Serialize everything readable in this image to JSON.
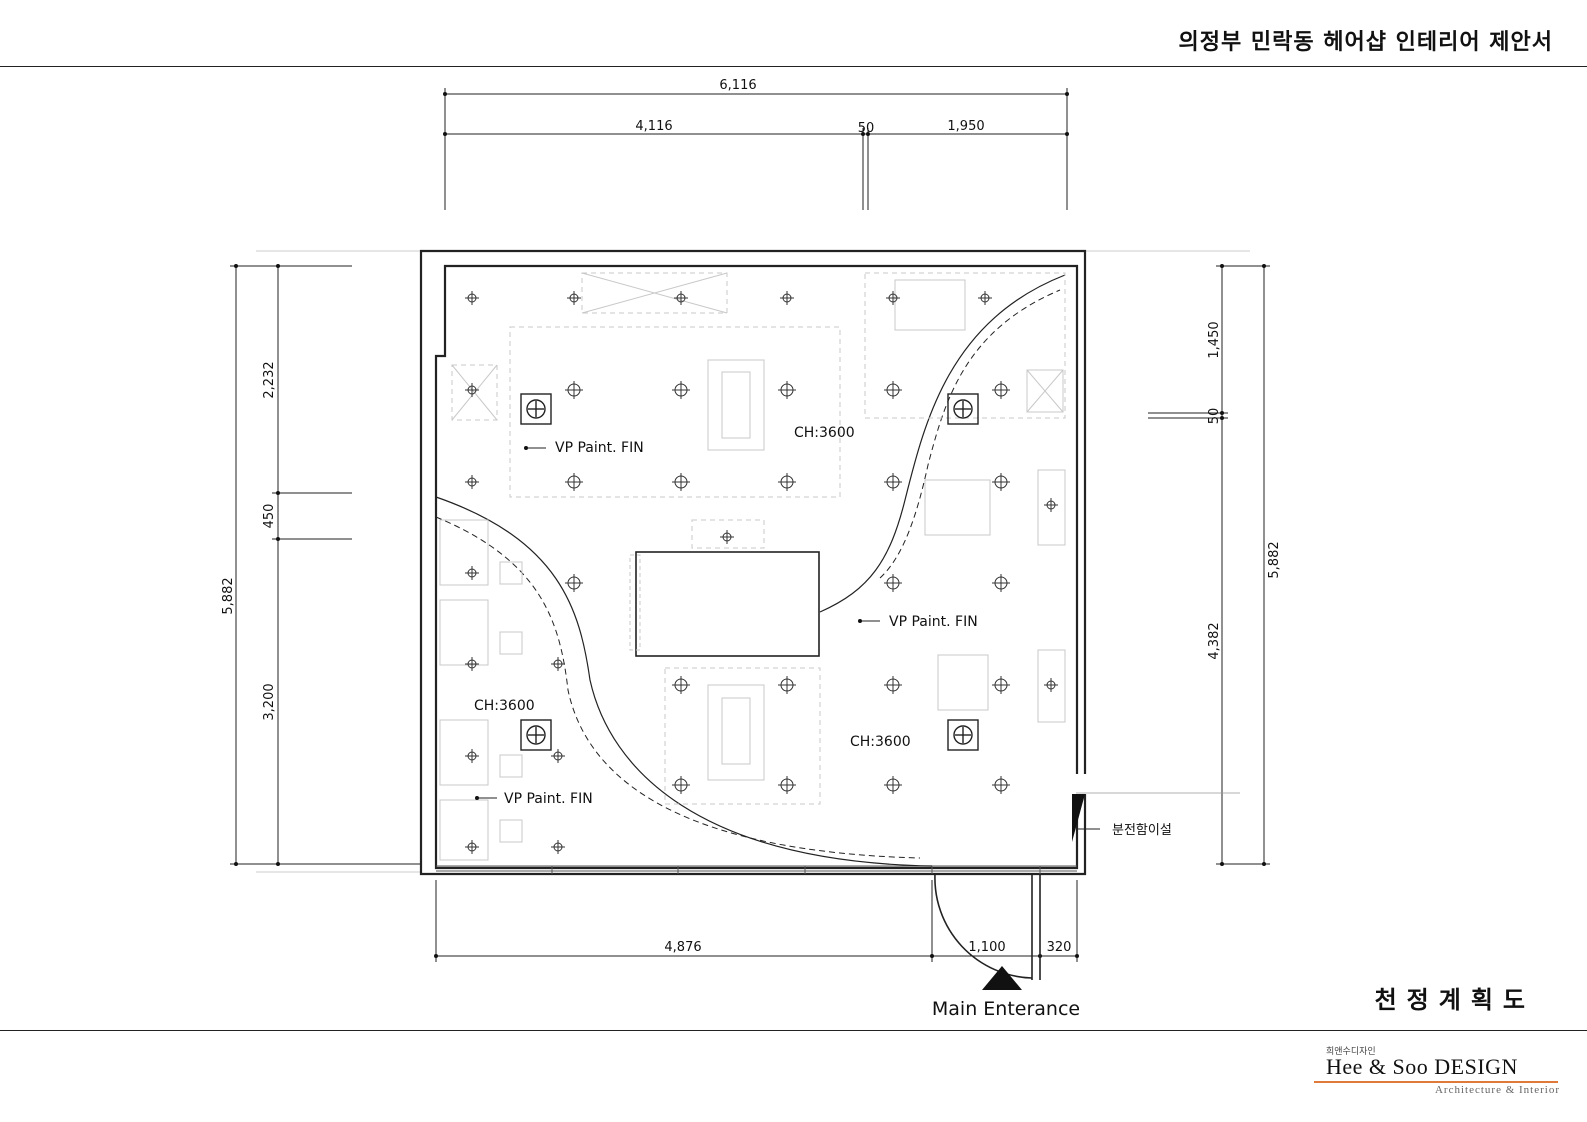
{
  "header": {
    "title": "의정부 민락동 헤어샵 인테리어 제안서"
  },
  "sheet_title": "천정계획도",
  "logo": {
    "korean": "희앤수디자인",
    "name": "Hee & Soo DESIGN",
    "subtitle": "Architecture & Interior"
  },
  "dimensions": {
    "top_total": "6,116",
    "top_left": "4,116",
    "top_mid": "50",
    "top_right": "1,950",
    "left_total": "5,882",
    "left_upper": "2,232",
    "left_mid": "450",
    "left_lower": "3,200",
    "right_total": "5,882",
    "right_upper": "1,450",
    "right_mid": "50",
    "right_lower": "4,382",
    "bottom_left": "4,876",
    "bottom_door": "1,100",
    "bottom_right": "320"
  },
  "labels": {
    "ceiling_height_1": "CH:3600",
    "ceiling_height_2": "CH:3600",
    "ceiling_height_3": "CH:3600",
    "finish_1": "VP Paint. FIN",
    "finish_2": "VP Paint. FIN",
    "finish_3": "VP Paint. FIN",
    "panel_box": "분전함이설",
    "entrance": "Main Enterance"
  }
}
